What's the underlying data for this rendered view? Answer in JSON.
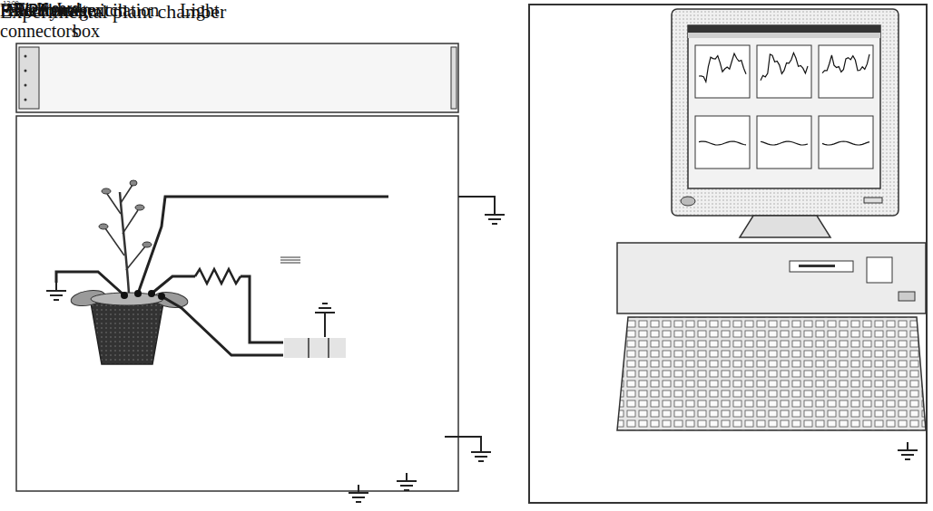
{
  "diagram": {
    "nodes": [
      {
        "text": [
          "Experimental plant chamber"
        ]
      },
      {
        "text": [
          "Light"
        ],
        "in": 0
      },
      {
        "text": [
          "Time switch",
          "12:00"
        ],
        "in": 0
      },
      {
        "text": [
          "Faraday cage"
        ],
        "in": 0
      },
      {
        "text": [
          "Electrometer"
        ],
        "in": 0
      },
      {
        "text": [
          "T, rH, L"
        ],
        "in": 3
      },
      {
        "text": [
          "Electrical excitation box"
        ],
        "in": 3
      },
      {
        "text": [
          "BNC connectors"
        ]
      },
      {
        "text": [
          "AD/DA card"
        ]
      }
    ],
    "edges": [
      {
        "from": 4,
        "to": 7,
        "arrow": "to"
      },
      {
        "from": 5,
        "to": 7,
        "arrow": "to"
      },
      {
        "from": 7,
        "to": 6,
        "arrow": "to"
      },
      {
        "from": 7,
        "to": 8,
        "arrow": "none"
      }
    ],
    "labels": [
      "re",
      "me",
      "R",
      "−",
      "+"
    ]
  }
}
